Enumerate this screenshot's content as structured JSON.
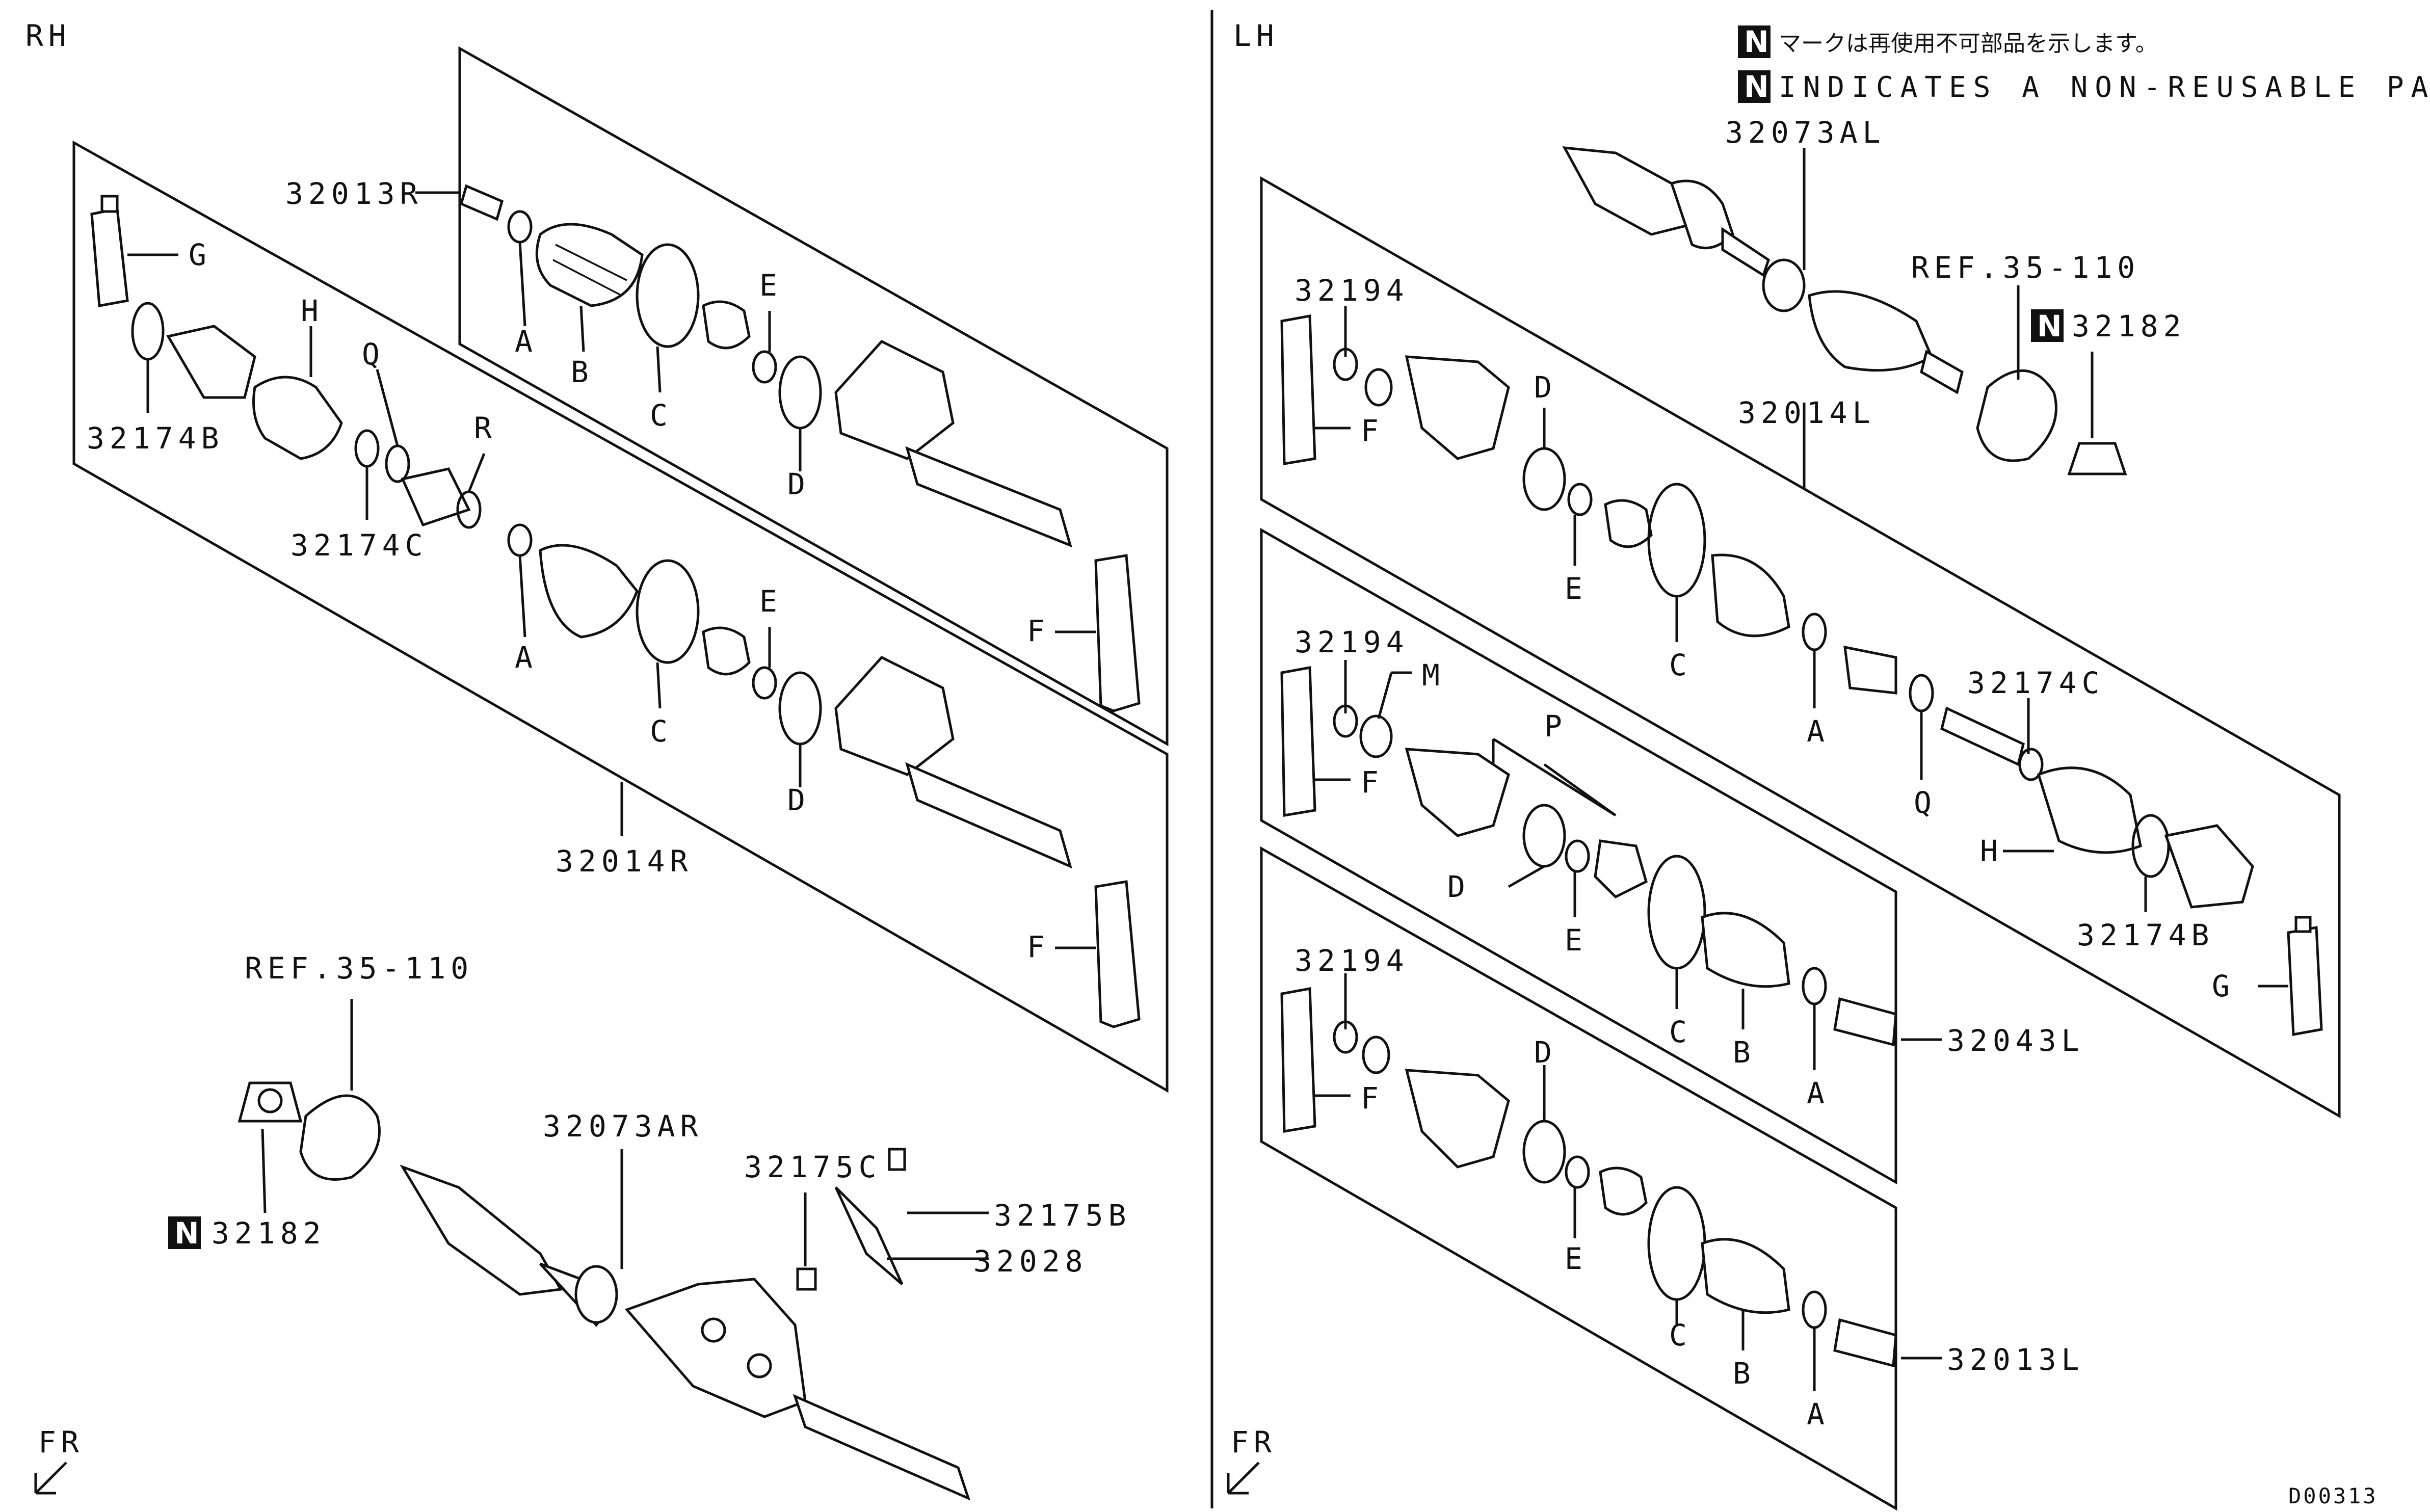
{
  "note": {
    "badge": "N",
    "jp": "マークは再使用不可部品を示します。",
    "en": "INDICATES A NON-REUSABLE PART."
  },
  "code": "D00313",
  "rh": {
    "side": "RH",
    "fr": "FR",
    "labels": {
      "p32013R": "32013R",
      "p32014R": "32014R",
      "p32174B": "32174B",
      "p32174C": "32174C",
      "G": "G",
      "H": "H",
      "Q": "Q",
      "R": "R",
      "A1": "A",
      "B1": "B",
      "C1": "C",
      "D1": "D",
      "E1": "E",
      "F1": "F",
      "A2": "A",
      "C2": "C",
      "D2": "D",
      "E2": "E",
      "F2": "F",
      "ref": "REF.35-110",
      "p32182": "32182",
      "p32073AR": "32073AR",
      "p32175C": "32175C",
      "p32175B": "32175B",
      "p32028": "32028"
    }
  },
  "lh": {
    "side": "LH",
    "fr": "FR",
    "labels": {
      "p32073AL": "32073AL",
      "ref": "REF.35-110",
      "p32182": "32182",
      "p32014L": "32014L",
      "p32043L": "32043L",
      "p32013L": "32013L",
      "p32194a": "32194",
      "p32194b": "32194",
      "p32194c": "32194",
      "p32174C": "32174C",
      "p32174B": "32174B",
      "D1": "D",
      "E1": "E",
      "C1": "C",
      "A1": "A",
      "F1": "F",
      "Q": "Q",
      "H": "H",
      "G": "G",
      "M": "M",
      "P": "P",
      "F2": "F",
      "D2": "D",
      "E2": "E",
      "C2": "C",
      "B2": "B",
      "A2": "A",
      "F3": "F",
      "D3": "D",
      "E3": "E",
      "C3": "C",
      "B3": "B",
      "A3": "A"
    }
  }
}
